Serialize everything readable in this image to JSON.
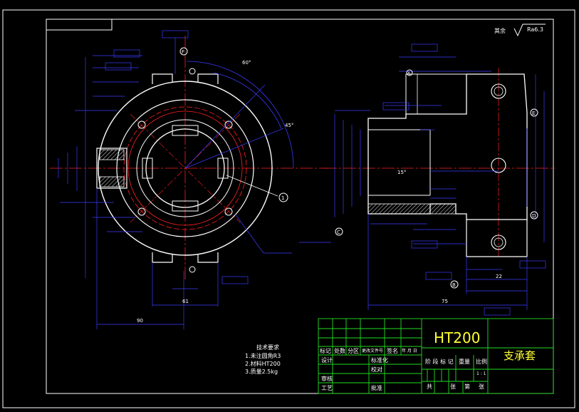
{
  "title_block": {
    "material": "HT200",
    "part_name": "支承套",
    "revision_headers": [
      "标记",
      "处数",
      "分区",
      "更改文件号",
      "签名",
      "年 月 日"
    ],
    "rows": [
      "设计",
      "标准化",
      "审核",
      "校对",
      "工艺",
      "批准"
    ],
    "stage_headers": [
      "阶 段 标 记",
      "重量",
      "比例"
    ],
    "scale": "1 : 1",
    "sheet": [
      "共",
      "张",
      "第",
      "张"
    ]
  },
  "technical_notes": {
    "heading": "技术要求",
    "items": [
      "1.未注圆角R3",
      "2.材料HT200",
      "3.质量2.5kg"
    ]
  },
  "surface_note": {
    "prefix": "其余",
    "value": "Ra6.3"
  },
  "dimensions": {
    "front_bottom": "90",
    "front_bottom_2": "61",
    "side_bottom": "75",
    "side_22": "22",
    "angle_45": "45°",
    "angle_60": "60°",
    "angle_15": "15°",
    "callout_1": "1",
    "datum_a": "A",
    "datum_b": "B",
    "datum_c": "C",
    "datum_d": "D",
    "datum_e": "E",
    "datum_f": "F"
  },
  "colors": {
    "background": "#000000",
    "outline": "#ffffff",
    "dimension": "#3a3aff",
    "center_line": "#ff2020",
    "title_grid": "#22dd22",
    "title_text": "#ffff33"
  }
}
